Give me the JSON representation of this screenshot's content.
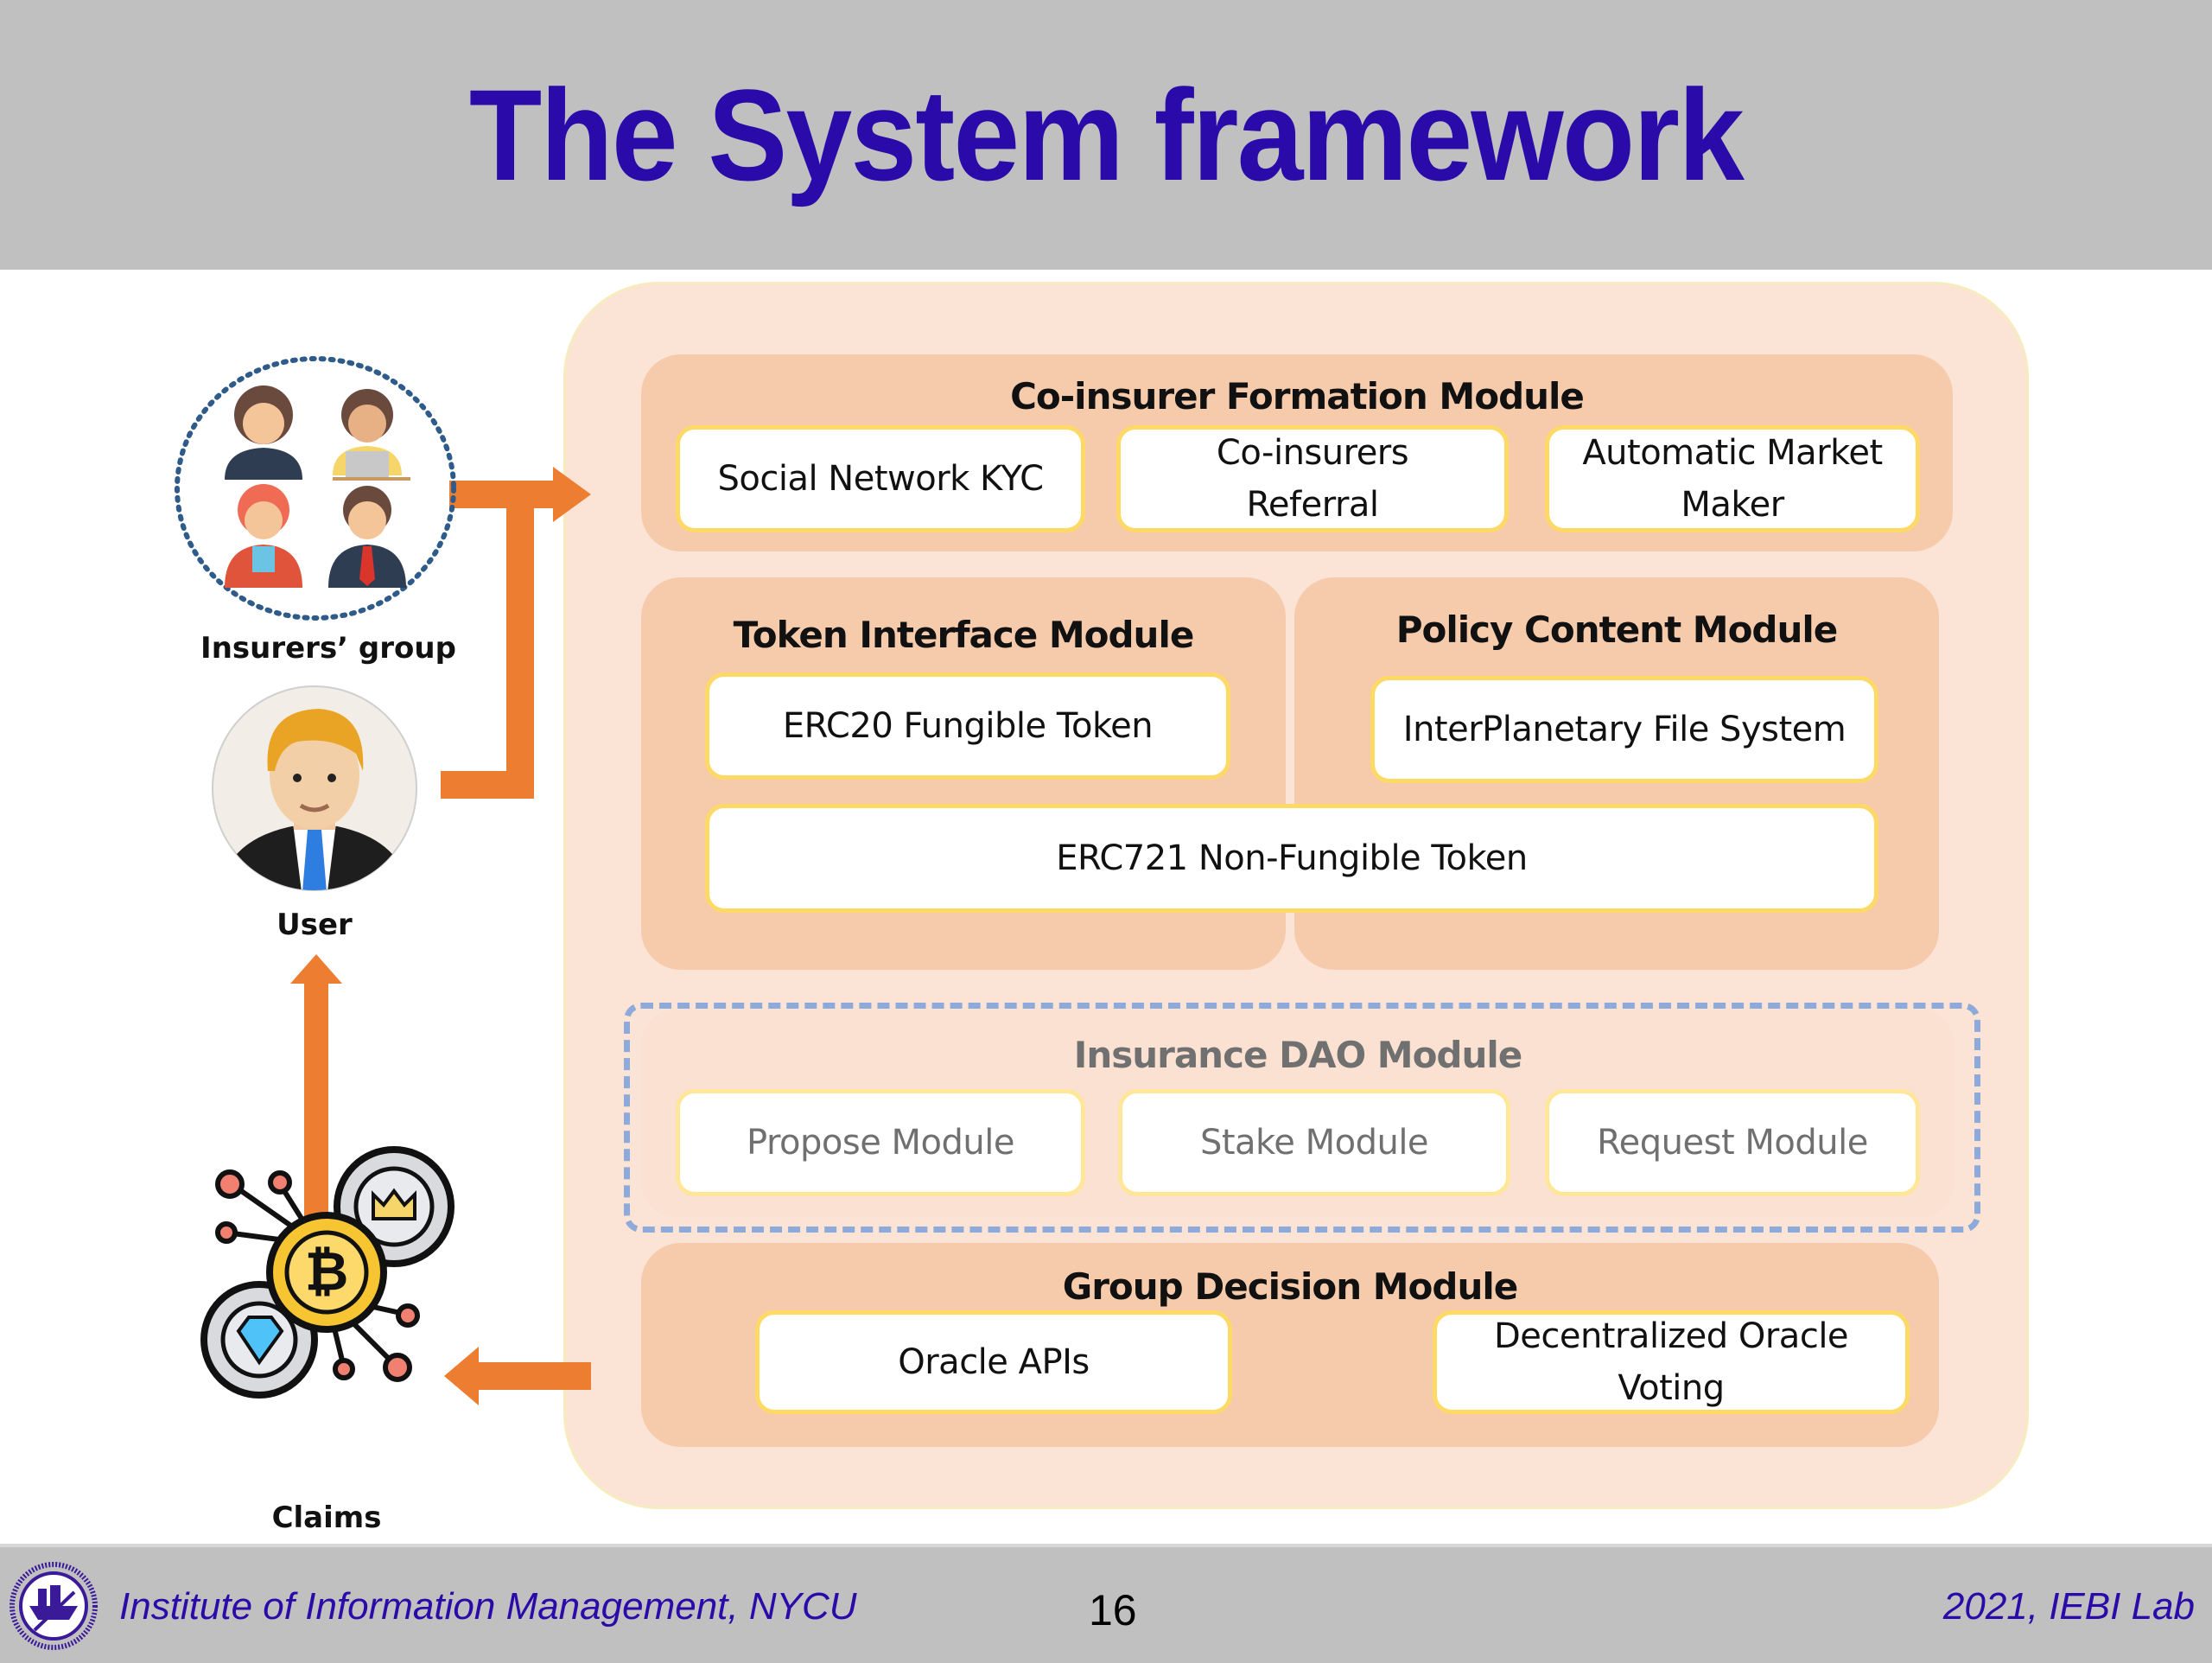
{
  "slide": {
    "title": "The System framework",
    "page_number": "16"
  },
  "footer": {
    "left_text": "Institute of Information Management, NYCU",
    "right_text": "2021, IEBI Lab",
    "logo": "university-seal-icon"
  },
  "actors": {
    "insurers_group": {
      "label": "Insurers’ group",
      "icon": "people-group-icon"
    },
    "user": {
      "label": "User",
      "icon": "businessman-avatar-icon"
    },
    "claims": {
      "label": "Claims",
      "icon": "crypto-coins-icon"
    }
  },
  "modules": {
    "coinsurer_formation": {
      "title": "Co-insurer Formation Module",
      "items": [
        "Social Network KYC",
        "Co-insurers\nReferral",
        "Automatic Market\nMaker"
      ]
    },
    "token_interface": {
      "title": "Token Interface Module",
      "items": [
        "ERC20 Fungible Token"
      ]
    },
    "policy_content": {
      "title": "Policy Content Module",
      "items": [
        "InterPlanetary File System"
      ]
    },
    "shared_item": "ERC721 Non-Fungible Token",
    "insurance_dao": {
      "title": "Insurance DAO Module",
      "items": [
        "Propose Module",
        "Stake Module",
        "Request Module"
      ]
    },
    "group_decision": {
      "title": "Group Decision Module",
      "items": [
        "Oracle APIs",
        "Decentralized Oracle\nVoting"
      ]
    }
  },
  "colors": {
    "title": "#2a0aa8",
    "arrow": "#ed7d31",
    "outer_panel": "#fbe3d6",
    "module_fill": "#f6cbac",
    "box_border": "#ffd966",
    "dao_dash": "#8eaadb"
  }
}
